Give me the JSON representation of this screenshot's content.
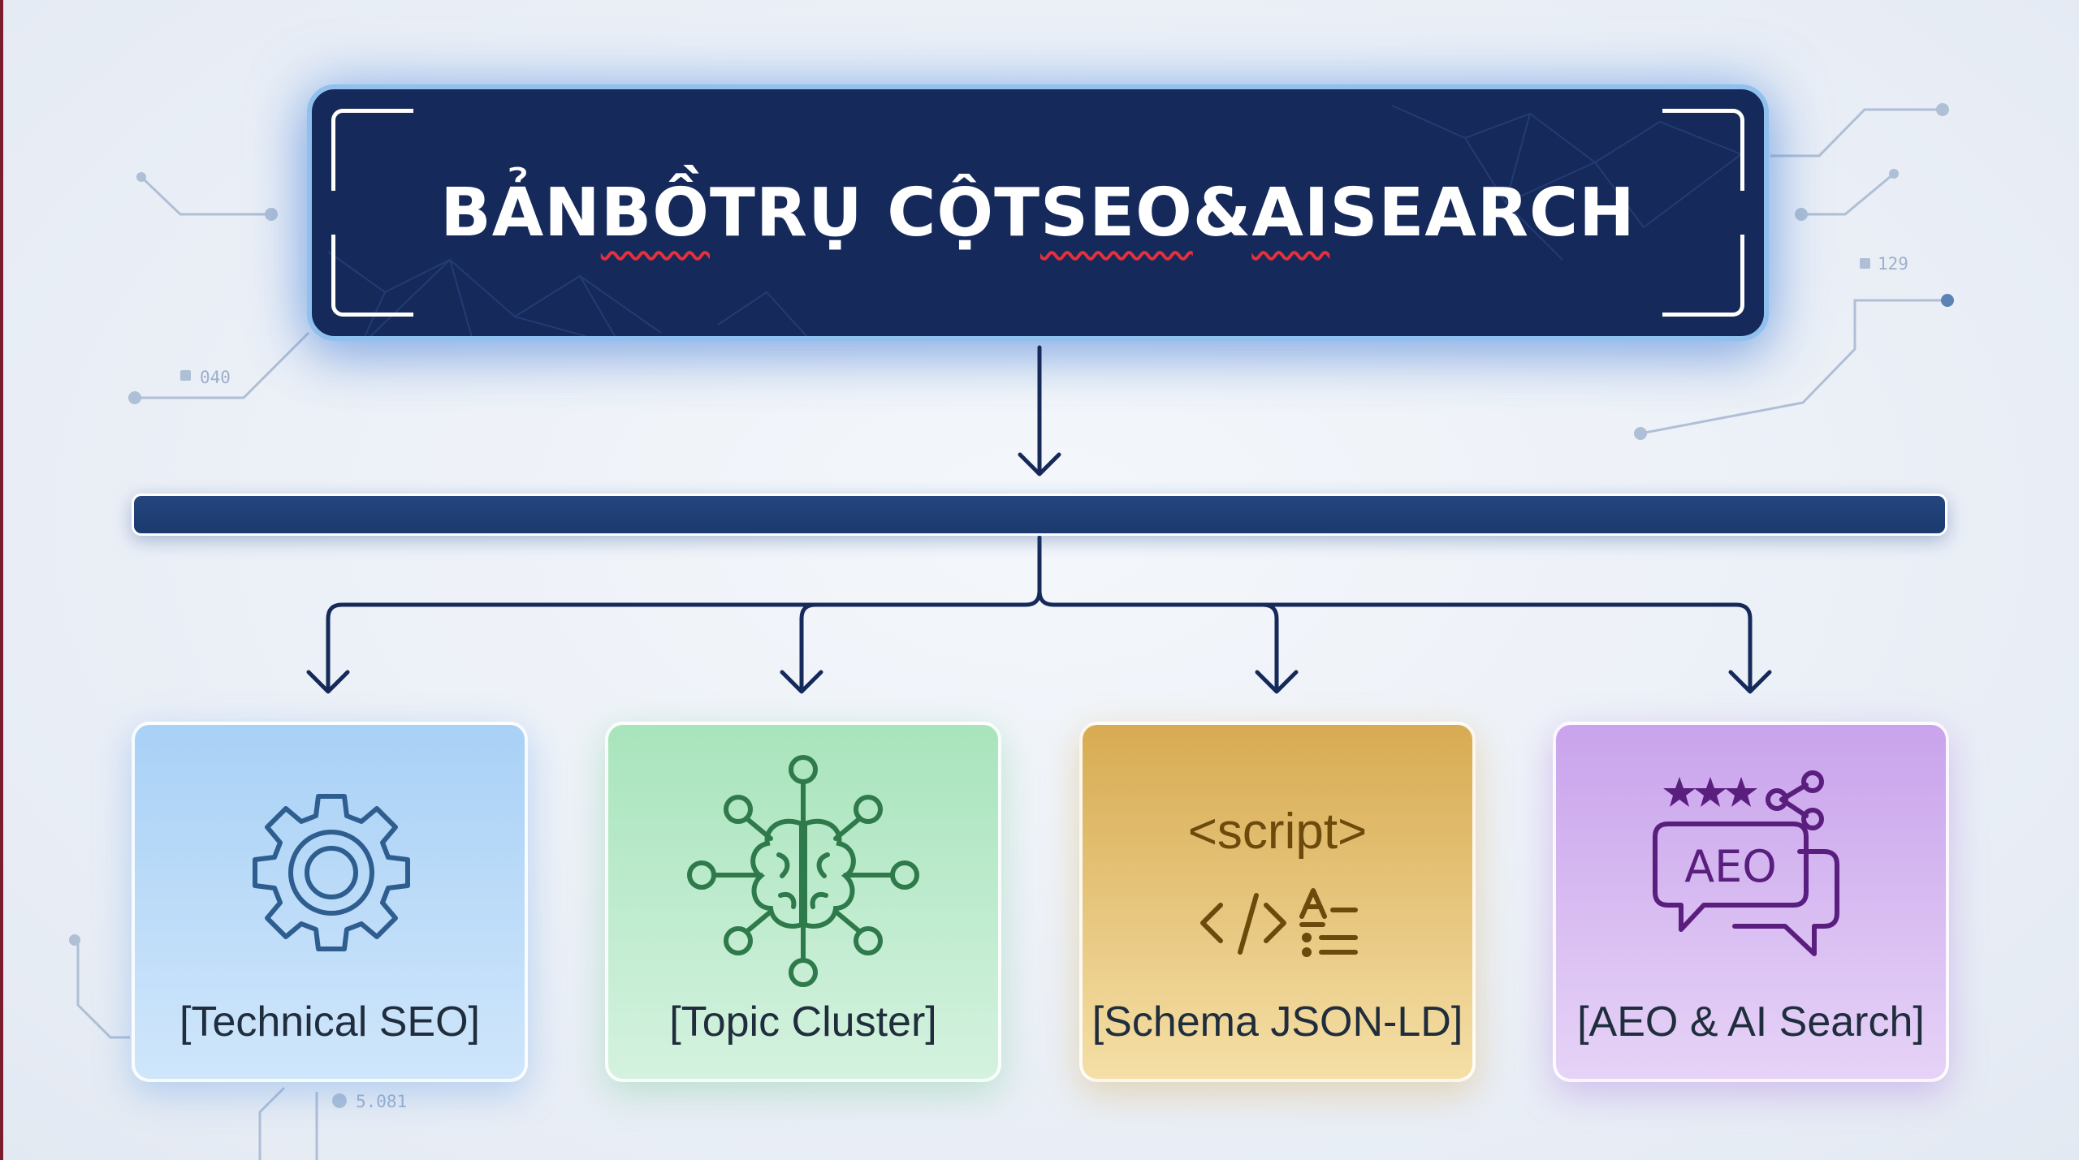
{
  "title": {
    "part1": "BẢN ",
    "word_bo": "BỒ",
    "part2": " TRỤ CỘT ",
    "word_seo": "SEO",
    "part3": " & ",
    "word_ai": "AI",
    "part4": " SEARCH"
  },
  "deco_labels": {
    "left": "040",
    "right": "129",
    "bottom": "5.081"
  },
  "pillars": [
    {
      "label": "[Technical SEO]",
      "icon": "gear-icon"
    },
    {
      "label": "[Topic Cluster]",
      "icon": "brain-network-icon"
    },
    {
      "label": "[Schema JSON-LD]",
      "icon": "code-schema-icon",
      "code": "<script>"
    },
    {
      "label": "[AEO & AI Search]",
      "icon": "aeo-chat-icon",
      "badge": "AEO"
    }
  ],
  "colors": {
    "title_bg": "#15295a",
    "bar": "#1b3a6e",
    "connector": "#15295a",
    "technical": "#2e5d8f",
    "topic": "#2e7a4a",
    "schema": "#6b4a0c",
    "aeo": "#5a1e7e"
  }
}
